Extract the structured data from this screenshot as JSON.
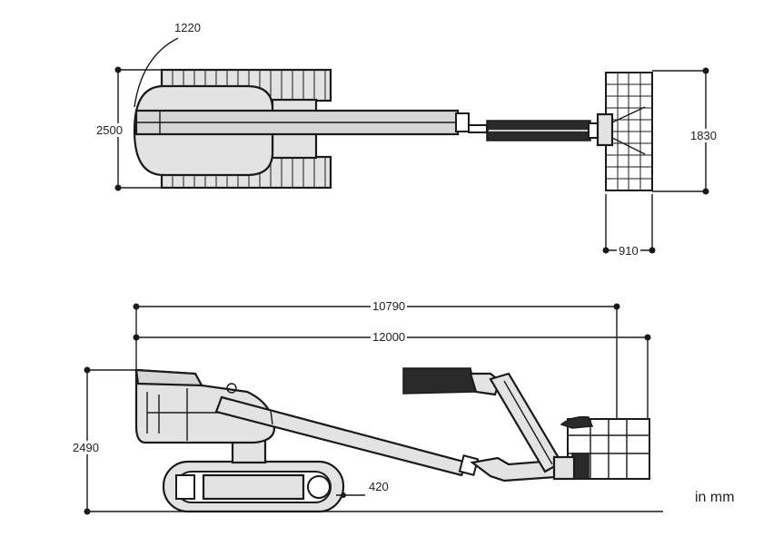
{
  "dimensions": {
    "top_view": {
      "turntable_radius": "1220",
      "overall_width": "2500",
      "platform_length": "1830",
      "platform_width": "910"
    },
    "side_view": {
      "platform_reach": "10790",
      "overall_length": "12000",
      "stowed_height": "2490",
      "ground_clearance": "420"
    }
  },
  "unit_note": "in mm"
}
